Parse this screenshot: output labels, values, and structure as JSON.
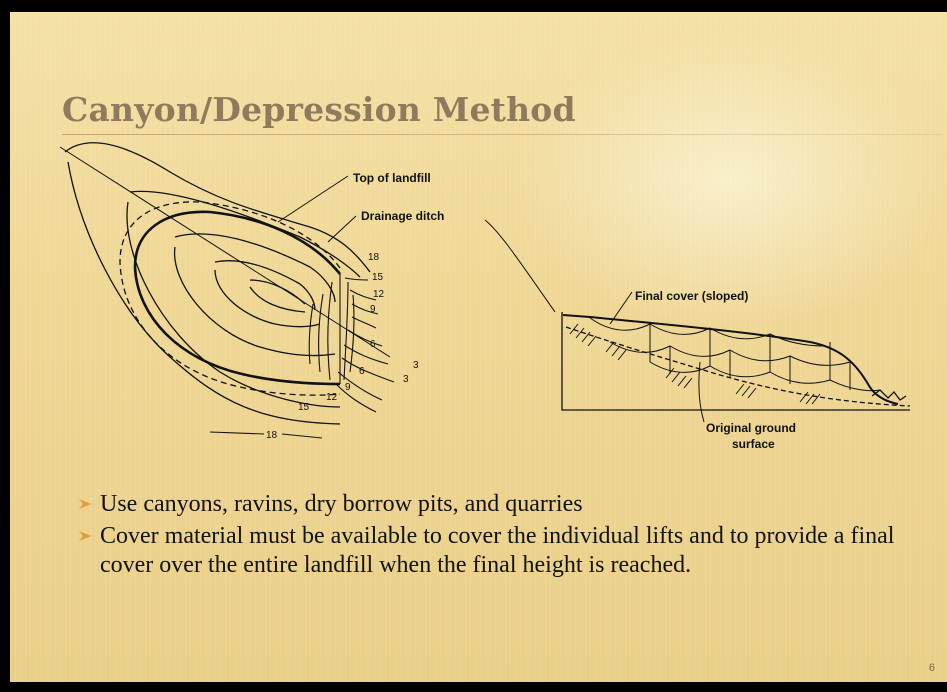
{
  "slide": {
    "title": "Canyon/Depression Method",
    "page_number": "6"
  },
  "plan_view": {
    "labels": {
      "top_of_landfill": "Top of landfill",
      "drainage_ditch": "Drainage ditch"
    },
    "contours": [
      "18",
      "15",
      "12",
      "9",
      "6",
      "3",
      "3",
      "6",
      "9",
      "12",
      "15",
      "18"
    ]
  },
  "section_view": {
    "labels": {
      "final_cover": "Final cover (sloped)",
      "original_ground_line1": "Original ground",
      "original_ground_line2": "surface"
    }
  },
  "bullets": [
    "Use canyons, ravins, dry borrow pits, and quarries",
    "Cover material must be available to cover the individual lifts and to provide a final cover over the entire landfill when the final height is reached."
  ],
  "colors": {
    "title": "#8f7a5e",
    "background": "#efd796",
    "bullet_arrow": "#e39a3a",
    "text": "#111111"
  }
}
